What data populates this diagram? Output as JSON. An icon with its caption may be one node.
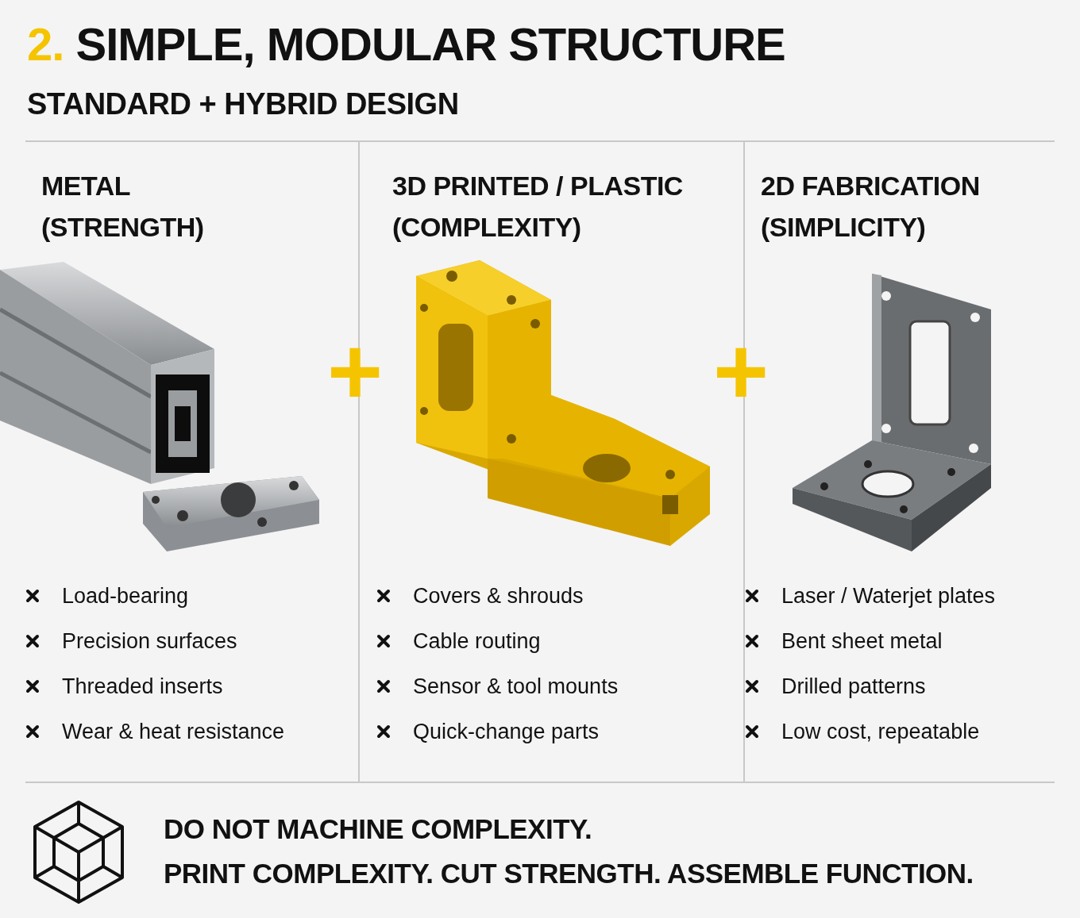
{
  "diagram": {
    "title": "2. SIMPLE, MODULAR STRUCTURE",
    "nodes": [
      {
        "text": [
          "METAL (STRENGTH)",
          "Load-bearing",
          "Precision surfaces",
          "Threaded inserts",
          "Wear & heat resistance"
        ]
      },
      {
        "text": [
          "3D PRINTED / PLASTIC (COMPLEXITY)",
          "Covers & shrouds",
          "Cable routing",
          "Sensor & tool mounts",
          "Quick-change parts"
        ]
      },
      {
        "text": [
          "2D FABRICATION (SIMPLICITY)",
          "Laser / Waterjet plates",
          "Bent sheet metal",
          "Drilled patterns",
          "Low cost, repeatable"
        ]
      }
    ],
    "labels": [
      "STANDARD + HYBRID DESIGN",
      "+",
      "+",
      "DO NOT MACHINE COMPLEXITY.",
      "PRINT COMPLEXITY. CUT STRENGTH. ASSEMBLE FUNCTION."
    ]
  }
}
